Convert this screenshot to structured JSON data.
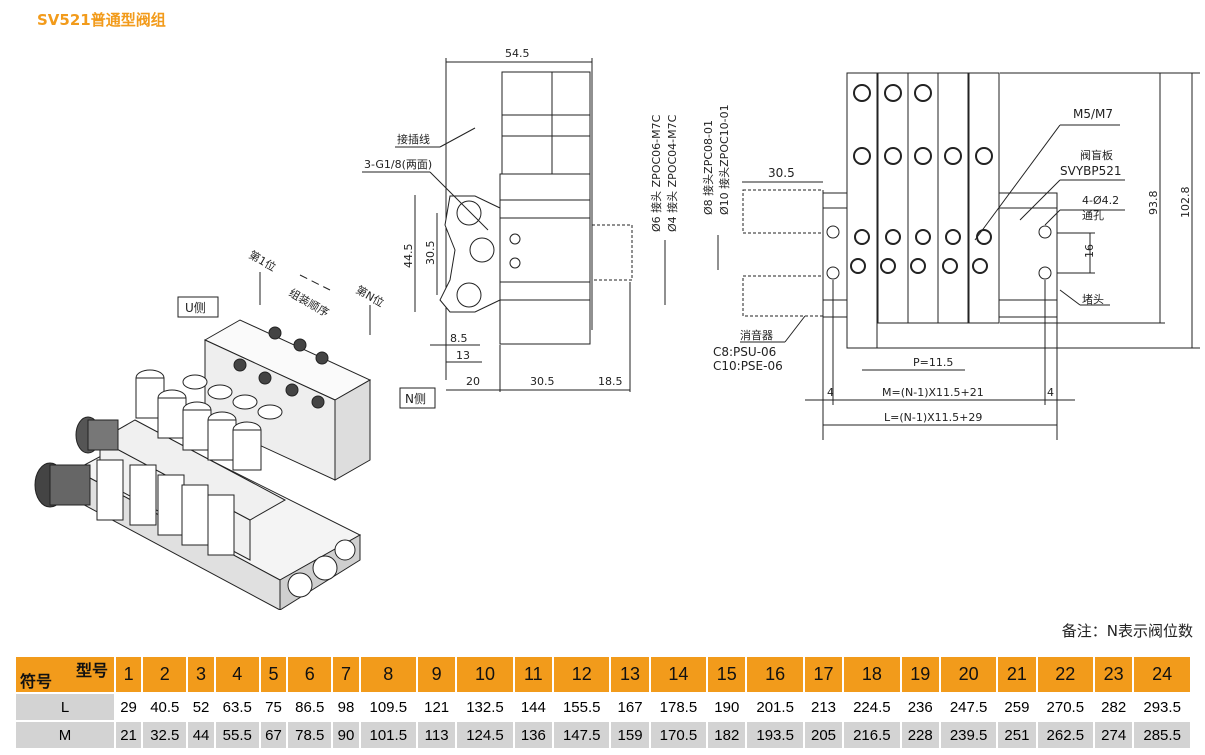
{
  "title": "SV521普通型阀组",
  "iso_view": {
    "u_side": "U侧",
    "first_pos": "第1位",
    "order": "组装顺序",
    "nth_pos": "第N位"
  },
  "side_view": {
    "dim_top": "54.5",
    "connector_label": "接插线",
    "port_label": "3-G1/8(两面)",
    "dim_44_5": "44.5",
    "dim_30_5v": "30.5",
    "dim_8_5": "8.5",
    "dim_13": "13",
    "dim_20": "20",
    "dim_30_5": "30.5",
    "dim_18_5": "18.5",
    "n_side": "N侧",
    "fitting_6": "Ø6 接头 ZPOC06-M7C",
    "fitting_4": "Ø4 接头 ZPOC04-M7C"
  },
  "top_view": {
    "fitting_8": "Ø8 接头ZPC08-01",
    "fitting_10": "Ø10 接头ZPOC10-01",
    "dim_30_5": "30.5",
    "m5m7": "M5/M7",
    "blank_plate": "阀盲板",
    "blank_plate_model": "SVYBP521",
    "hole": "4-Ø4.2",
    "through_hole": "通孔",
    "plug": "堵头",
    "silencer": "消音器",
    "silencer_c8": "C8:PSU-06",
    "silencer_c10": "C10:PSE-06",
    "dim_93_8": "93.8",
    "dim_102_8": "102.8",
    "dim_16": "16",
    "pitch": "P=11.5",
    "m_formula": "M=(N-1)X11.5+21",
    "l_formula": "L=(N-1)X11.5+29",
    "dim_4": "4"
  },
  "note": "备注：N表示阀位数",
  "table": {
    "corner_top": "型号",
    "corner_bottom": "符号",
    "models": [
      "1",
      "2",
      "3",
      "4",
      "5",
      "6",
      "7",
      "8",
      "9",
      "10",
      "11",
      "12",
      "13",
      "14",
      "15",
      "16",
      "17",
      "18",
      "19",
      "20",
      "21",
      "22",
      "23",
      "24"
    ],
    "rows": [
      {
        "symbol": "L",
        "values": [
          "29",
          "40.5",
          "52",
          "63.5",
          "75",
          "86.5",
          "98",
          "109.5",
          "121",
          "132.5",
          "144",
          "155.5",
          "167",
          "178.5",
          "190",
          "201.5",
          "213",
          "224.5",
          "236",
          "247.5",
          "259",
          "270.5",
          "282",
          "293.5"
        ]
      },
      {
        "symbol": "M",
        "values": [
          "21",
          "32.5",
          "44",
          "55.5",
          "67",
          "78.5",
          "90",
          "101.5",
          "113",
          "124.5",
          "136",
          "147.5",
          "159",
          "170.5",
          "182",
          "193.5",
          "205",
          "216.5",
          "228",
          "239.5",
          "251",
          "262.5",
          "274",
          "285.5"
        ]
      }
    ]
  },
  "colors": {
    "accent": "#f29b1b",
    "gray": "#d3d3d3"
  }
}
